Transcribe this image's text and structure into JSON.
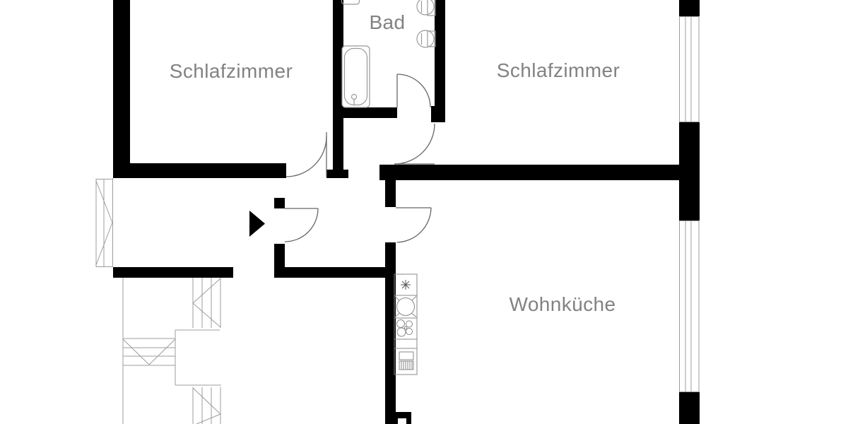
{
  "floor_plan": {
    "rooms": [
      {
        "id": "bedroom-left",
        "label": "Schlafzimmer"
      },
      {
        "id": "bathroom",
        "label": "Bad"
      },
      {
        "id": "bedroom-right",
        "label": "Schlafzimmer"
      },
      {
        "id": "living-kitchen",
        "label": "Wohnküche"
      }
    ],
    "symbols": [
      "entrance-arrow-icon",
      "bathtub-icon",
      "washbasin-icon",
      "toilet-icon",
      "refrigerator-snowflake-icon",
      "kitchen-sink-icon",
      "cooktop-icon",
      "oven-icon",
      "window-icon",
      "french-window-icon",
      "door-swing-icon",
      "staircase-icon"
    ],
    "colors": {
      "wall": "#000000",
      "background": "#ffffff",
      "label_text": "#828282",
      "fixture_stroke": "#9a9a9a",
      "door_stroke": "#666666"
    }
  }
}
